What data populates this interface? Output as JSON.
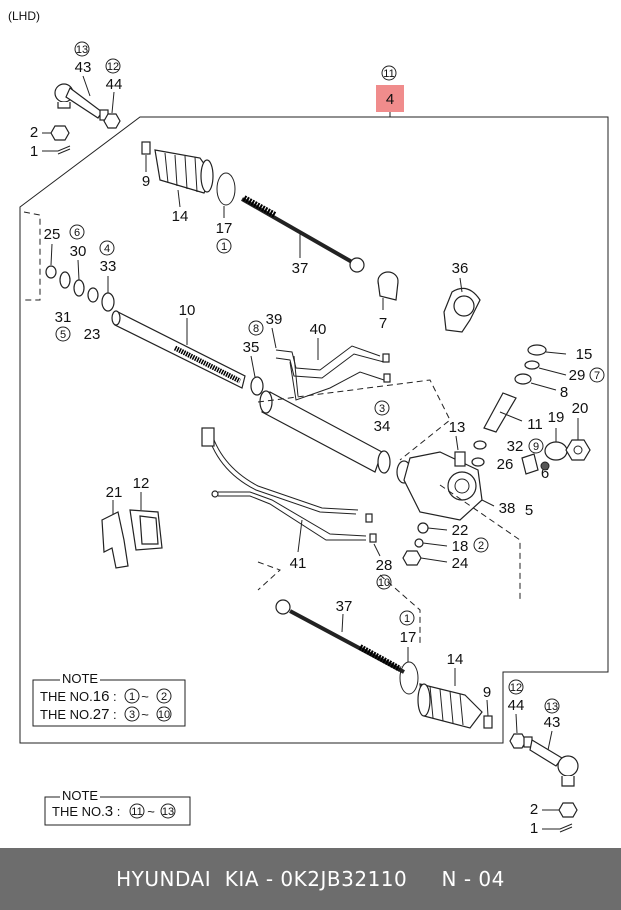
{
  "header": {
    "lhd": "(LHD)"
  },
  "highlight_label": "4",
  "labels": {
    "l43a": "43",
    "l44a": "44",
    "l2a": "2",
    "l1a": "1",
    "l9a": "9",
    "l14a": "14",
    "l17a": "17",
    "l37a": "37",
    "l36": "36",
    "l25": "25",
    "l30": "30",
    "l33": "33",
    "l31": "31",
    "l23": "23",
    "l10": "10",
    "l39": "39",
    "l40": "40",
    "l35": "35",
    "l7": "7",
    "l15": "15",
    "l29": "29",
    "l8": "8",
    "l11": "11",
    "l19": "19",
    "l20": "20",
    "l13": "13",
    "l32": "32",
    "l26": "26",
    "l6": "6",
    "l5": "5",
    "l34": "34",
    "l38": "38",
    "l21": "21",
    "l12": "12",
    "l22": "22",
    "l18": "18",
    "l24": "24",
    "l41": "41",
    "l28": "28",
    "l37b": "37",
    "l17b": "17",
    "l14b": "14",
    "l9b": "9",
    "l44b": "44",
    "l43b": "43",
    "l2b": "2",
    "l1b": "1"
  },
  "circled": {
    "c13a": "13",
    "c12a": "12",
    "c11": "11",
    "c1a": "1",
    "c6": "6",
    "c4": "4",
    "c5": "5",
    "c8": "8",
    "c3": "3",
    "c7": "7",
    "c9": "9",
    "c2": "2",
    "c10": "10",
    "c1b": "1",
    "c12b": "12",
    "c13b": "13"
  },
  "note1": {
    "title": "NOTE",
    "line1": {
      "prefix": "THE NO.",
      "num": "16",
      "colon": " : ",
      "from": "1",
      "tilde": " ~ ",
      "to": "2"
    },
    "line2": {
      "prefix": "THE NO.",
      "num": "27",
      "colon": " : ",
      "from": "3",
      "tilde": " ~ ",
      "to": "10"
    }
  },
  "note2": {
    "title": "NOTE",
    "line1": {
      "prefix": "THE NO.",
      "num": "3",
      "colon": " : ",
      "from": "11",
      "tilde": " ~ ",
      "to": "13"
    }
  },
  "footer": {
    "text": "HYUNDAI  KIA - 0K2JB32110     N - 04"
  },
  "colors": {
    "highlight": "#f08c8c",
    "footer_bg": "#6d6d6d",
    "footer_text": "#ffffff"
  }
}
